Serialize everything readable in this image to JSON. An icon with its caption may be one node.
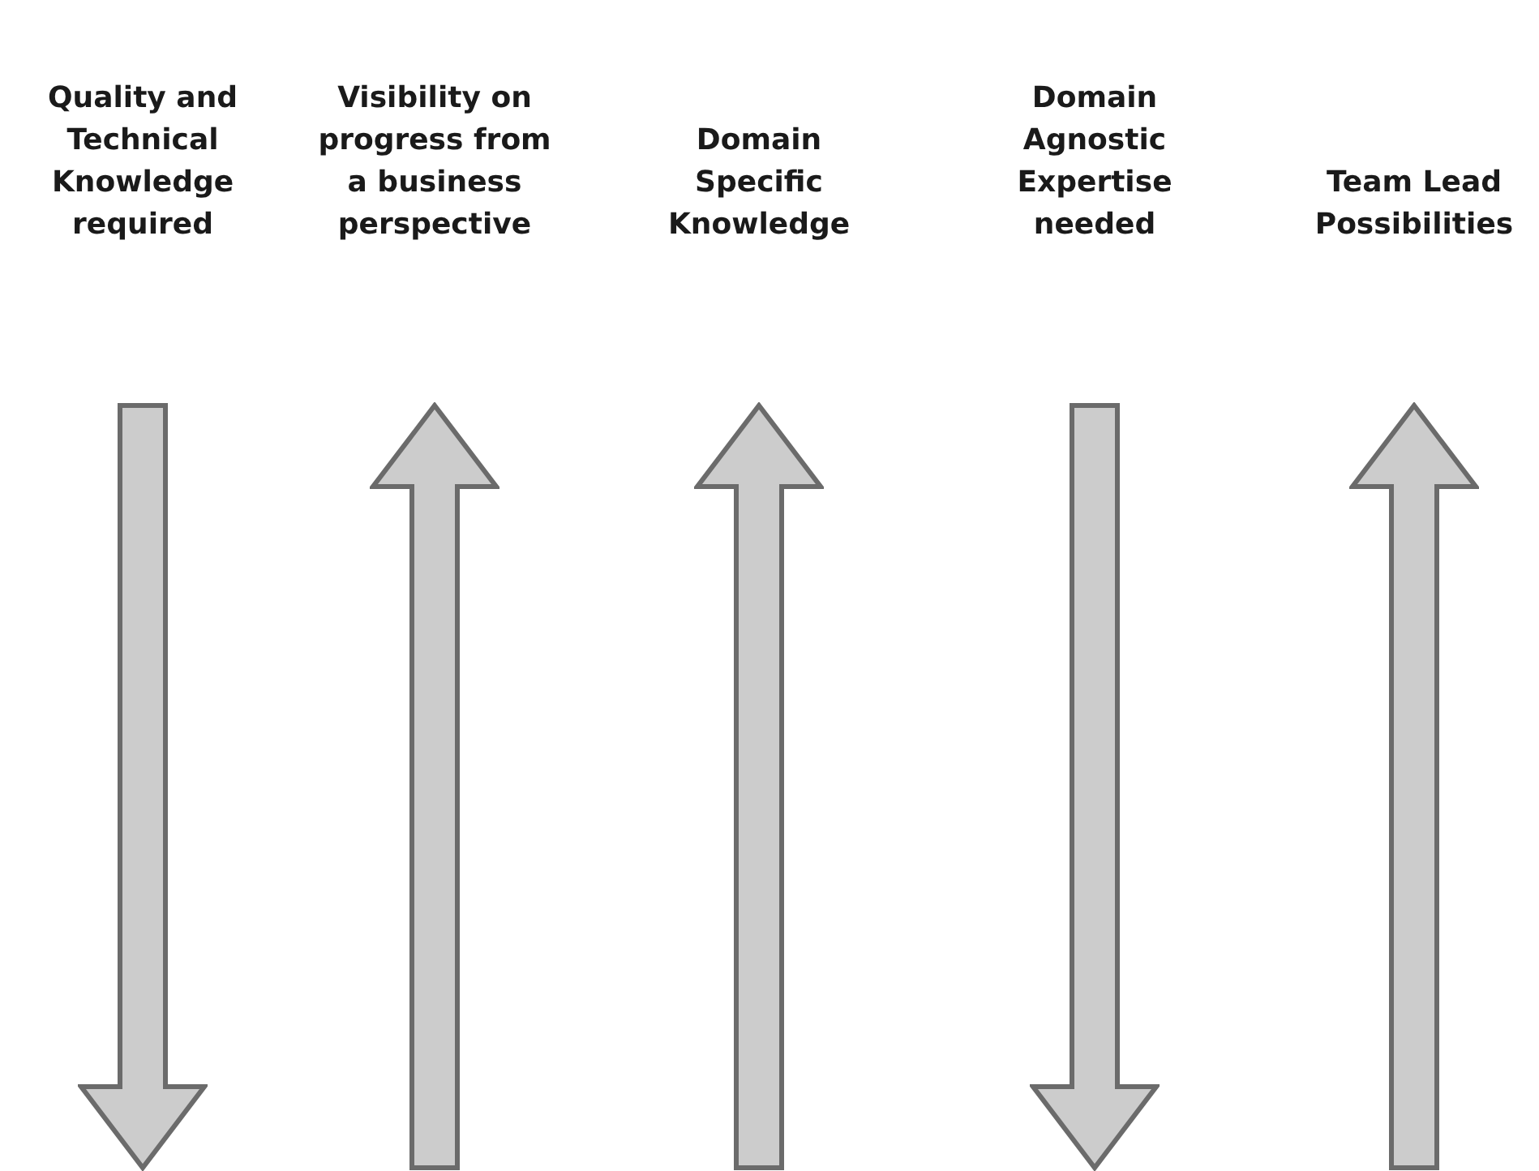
{
  "diagram": {
    "nodes": [
      {
        "text": [
          "Quality and Technical Knowledge required"
        ]
      },
      {
        "text": [
          "Visibility on progress from a business perspective"
        ]
      },
      {
        "text": [
          "Domain Specific Knowledge"
        ]
      },
      {
        "text": [
          "Domain Agnostic Expertise needed"
        ]
      },
      {
        "text": [
          "Team Lead Possibilities"
        ]
      }
    ]
  }
}
